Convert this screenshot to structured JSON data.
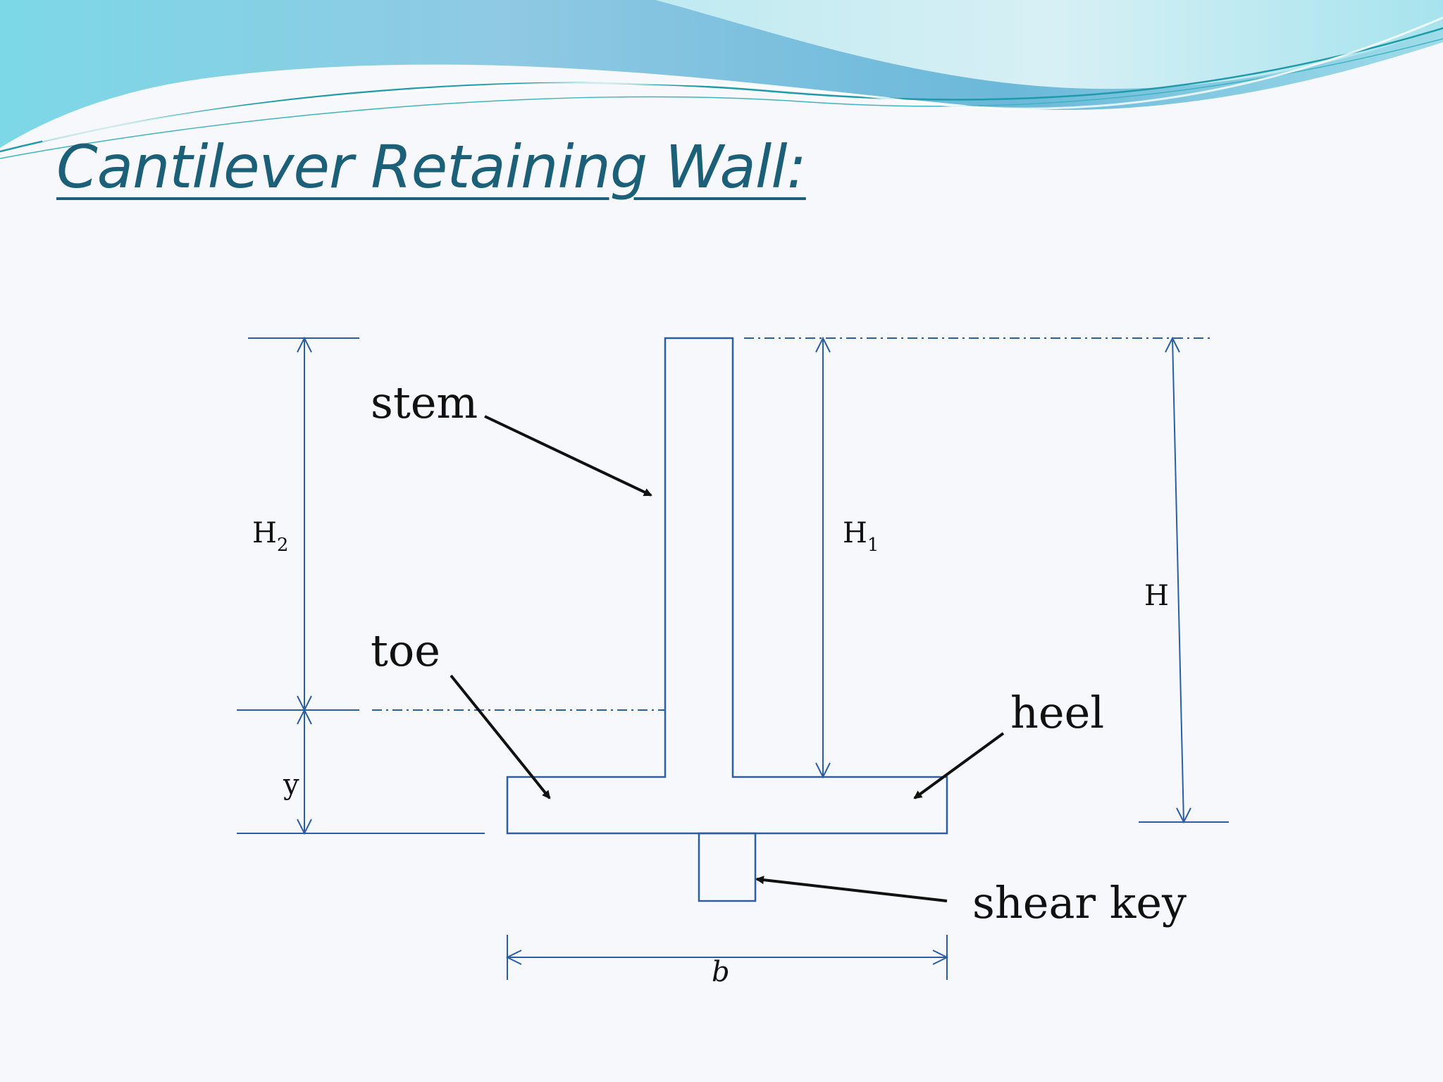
{
  "slide": {
    "title": "Cantilever Retaining Wall:"
  },
  "diagram": {
    "labels": {
      "stem": "stem",
      "toe": "toe",
      "heel": "heel",
      "shear_key": "shear key"
    },
    "dimensions": {
      "h2": {
        "main": "H",
        "sub": "2"
      },
      "h1": {
        "main": "H",
        "sub": "1"
      },
      "h": "H",
      "y": "y",
      "b": "b"
    },
    "colors": {
      "line": "#2a5fa6",
      "dimension_line": "#2a5fa6",
      "callout_arrow": "#111111",
      "title": "#1b6078",
      "banner_light": "#b8e6ee",
      "banner_dark": "#5fb4d4"
    }
  }
}
